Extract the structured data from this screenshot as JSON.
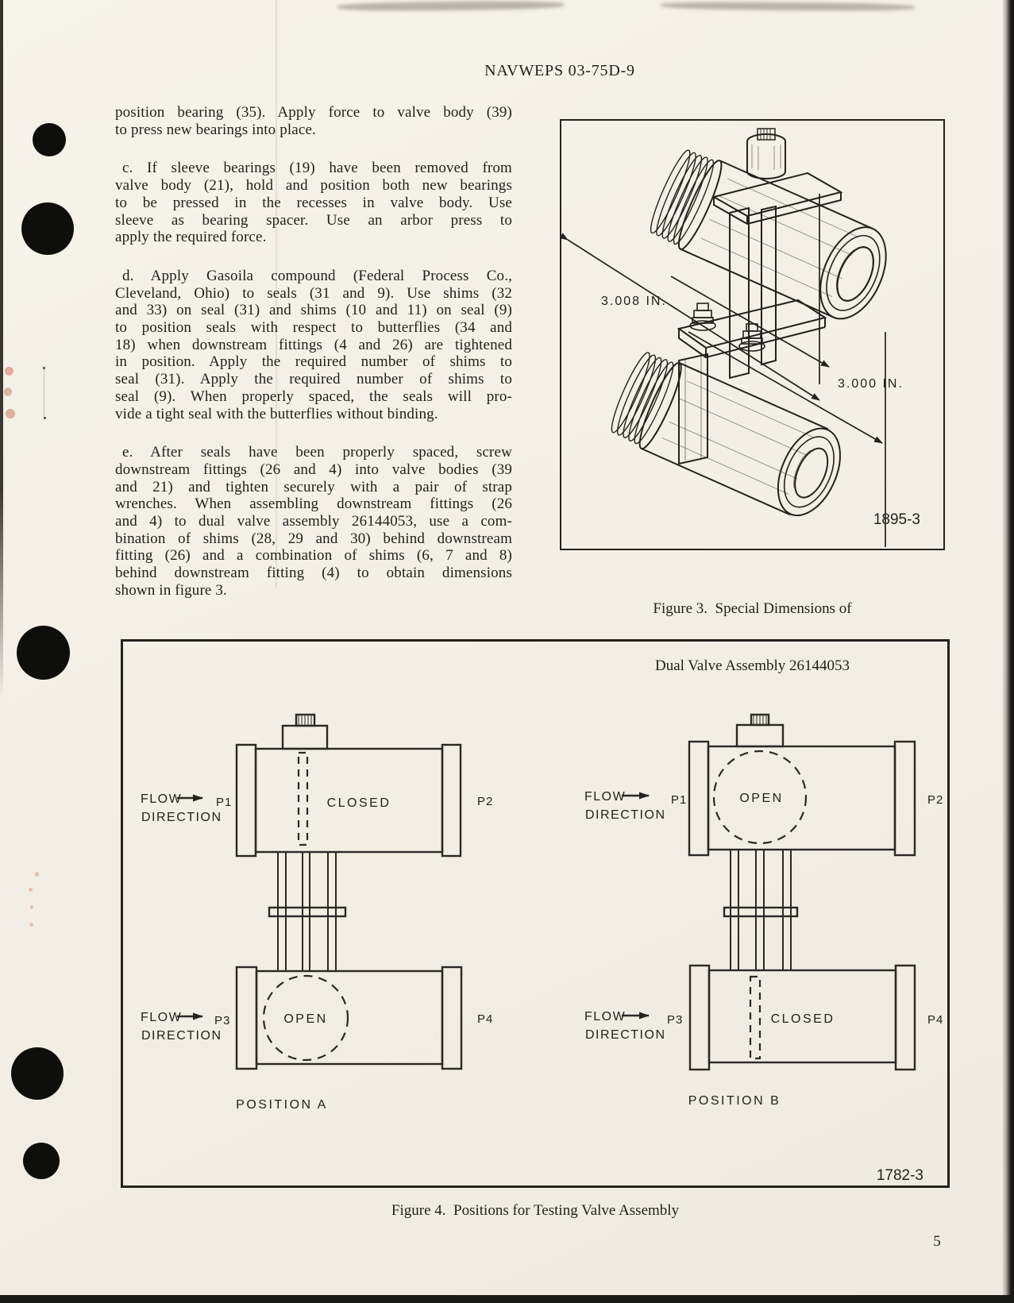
{
  "page": {
    "header": "NAVWEPS 03-75D-9",
    "page_number": "5"
  },
  "body_paragraphs": [
    {
      "lines": [
        "position bearing (35).  Apply force to valve body (39)",
        "to press new bearings into place."
      ]
    },
    {
      "lines": [
        " c. If sleeve bearings (19) have been removed from",
        "valve body (21), hold and position both new bearings",
        "to be pressed in the recesses in valve body.  Use",
        "sleeve as bearing spacer.  Use an arbor press to",
        "apply the required force."
      ]
    },
    {
      "lines": [
        " d. Apply Gasoila compound (Federal Process Co.,",
        "Cleveland, Ohio) to seals (31 and 9).  Use shims (32",
        "and 33) on seal (31) and shims (10 and 11) on seal (9)",
        "to position seals with respect to butterflies (34 and",
        "18) when downstream fittings (4 and 26) are tightened",
        "in position.  Apply the required number of shims to",
        "seal (31).  Apply the required number of shims to",
        "seal (9).  When properly spaced, the seals will pro-",
        "vide a tight seal with the butterflies without binding."
      ]
    },
    {
      "lines": [
        " e. After seals have been properly spaced, screw",
        "downstream fittings (26 and 4) into valve bodies (39",
        "and 21) and tighten securely with a pair of strap",
        "wrenches.  When assembling downstream fittings (26",
        "and 4) to dual valve assembly 26144053, use a com-",
        "bination of shims (28, 29 and 30) behind downstream",
        "fitting (26) and a combination of shims (6, 7 and 8)",
        "behind downstream fitting (4) to obtain dimensions",
        "shown in figure 3."
      ]
    }
  ],
  "figure3": {
    "dim_top": "3.008 IN.",
    "dim_bottom": "3.000 IN.",
    "plate_number": "1895-3",
    "caption_line1": "Figure 3.  Special Dimensions of",
    "caption_line2": "Dual Valve Assembly 26144053"
  },
  "figure4": {
    "plate_number": "1782-3",
    "caption": "Figure 4.  Positions for Testing Valve Assembly",
    "position_a": {
      "label": "POSITION A",
      "top_valve": {
        "flow_line1": "FLOW",
        "flow_line2": "DIRECTION",
        "port_left": "P1",
        "port_right": "P2",
        "state": "CLOSED"
      },
      "bottom_valve": {
        "flow_line1": "FLOW",
        "flow_line2": "DIRECTION",
        "port_left": "P3",
        "port_right": "P4",
        "state": "OPEN"
      }
    },
    "position_b": {
      "label": "POSITION B",
      "top_valve": {
        "flow_line1": "FLOW",
        "flow_line2": "DIRECTION",
        "port_left": "P1",
        "port_right": "P2",
        "state": "OPEN"
      },
      "bottom_valve": {
        "flow_line1": "FLOW",
        "flow_line2": "DIRECTION",
        "port_left": "P3",
        "port_right": "P4",
        "state": "CLOSED"
      }
    }
  }
}
